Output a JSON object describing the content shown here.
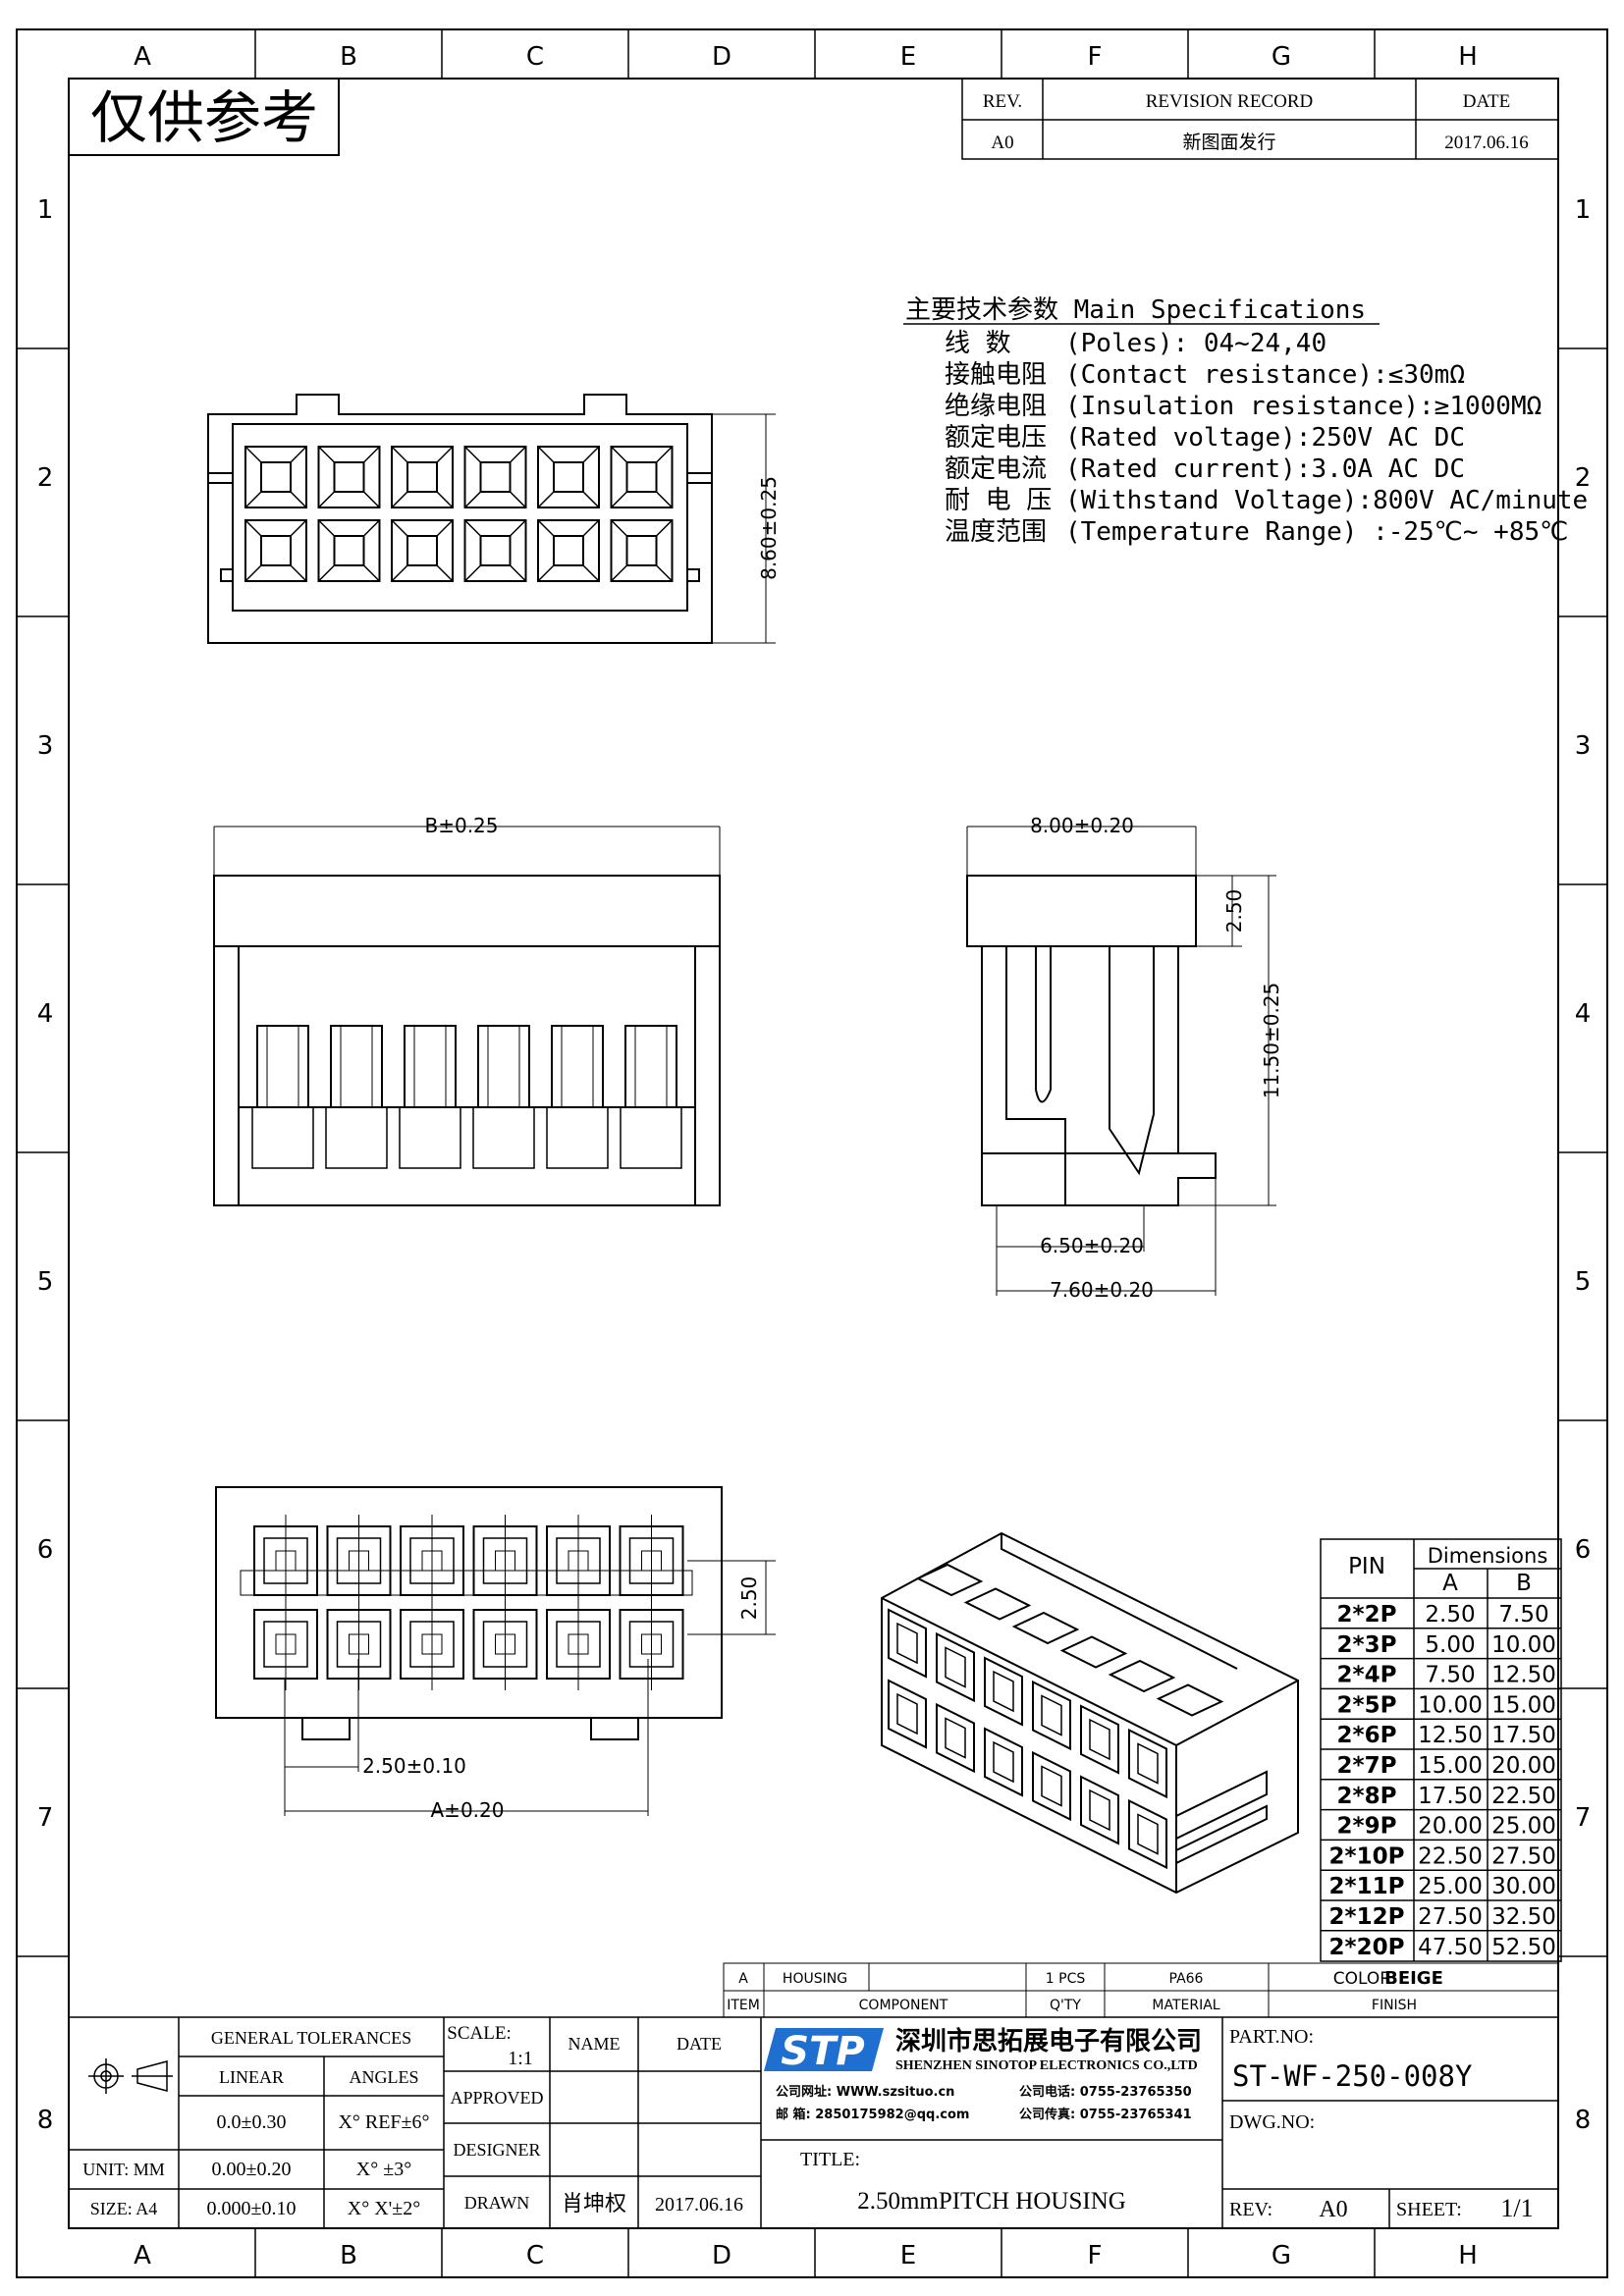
{
  "stamp": "仅供参考",
  "border": {
    "cols": [
      "A",
      "B",
      "C",
      "D",
      "E",
      "F",
      "G",
      "H"
    ],
    "rows": [
      "1",
      "2",
      "3",
      "4",
      "5",
      "6",
      "7",
      "8"
    ]
  },
  "revision": {
    "headers": [
      "REV.",
      "REVISION RECORD",
      "DATE"
    ],
    "row": [
      "A0",
      "新图面发行",
      "2017.06.16"
    ]
  },
  "specs": {
    "title": "主要技术参数 Main Specifications",
    "lines": [
      {
        "cn": "线    数",
        "en": "(Poles): 04~24,40"
      },
      {
        "cn": "接触电阻",
        "en": "(Contact resistance):≤30mΩ"
      },
      {
        "cn": "绝缘电阻",
        "en": "(Insulation resistance):≥1000MΩ"
      },
      {
        "cn": "额定电压",
        "en": "(Rated voltage):250V AC DC"
      },
      {
        "cn": "额定电流",
        "en": "(Rated current):3.0A AC DC"
      },
      {
        "cn": "耐 电 压",
        "en": "(Withstand Voltage):800V AC/minute"
      },
      {
        "cn": "温度范围",
        "en": "(Temperature Range) :-25℃~ +85℃"
      }
    ]
  },
  "dims": {
    "front_height": "8.60±0.25",
    "width_b": "B±0.25",
    "side_width": "8.00±0.20",
    "side_top": "2.50",
    "side_height": "11.50±0.25",
    "side_w1": "6.50±0.20",
    "side_w2": "7.60±0.20",
    "bottom_pitch_v": "2.50",
    "bottom_pitch_h": "2.50±0.10",
    "width_a": "A±0.20"
  },
  "dim_table": {
    "pin_header": "PIN",
    "group_header": "Dimensions",
    "col_a": "A",
    "col_b": "B",
    "rows": [
      [
        "2*2P",
        "2.50",
        "7.50"
      ],
      [
        "2*3P",
        "5.00",
        "10.00"
      ],
      [
        "2*4P",
        "7.50",
        "12.50"
      ],
      [
        "2*5P",
        "10.00",
        "15.00"
      ],
      [
        "2*6P",
        "12.50",
        "17.50"
      ],
      [
        "2*7P",
        "15.00",
        "20.00"
      ],
      [
        "2*8P",
        "17.50",
        "22.50"
      ],
      [
        "2*9P",
        "20.00",
        "25.00"
      ],
      [
        "2*10P",
        "22.50",
        "27.50"
      ],
      [
        "2*11P",
        "25.00",
        "30.00"
      ],
      [
        "2*12P",
        "27.50",
        "32.50"
      ],
      [
        "2*20P",
        "47.50",
        "52.50"
      ]
    ]
  },
  "bom": {
    "item": "A",
    "component": "HOUSING",
    "qty": "1  PCS",
    "material": "PA66",
    "finish_label": "COLOR:",
    "finish_value": "BEIGE",
    "hdr_item": "ITEM",
    "hdr_component": "COMPONENT",
    "hdr_qty": "Q'TY",
    "hdr_material": "MATERIAL",
    "hdr_finish": "FINISH"
  },
  "title_block": {
    "general_tol": "GENERAL TOLERANCES",
    "linear": "LINEAR",
    "angles": "ANGLES",
    "tol1_lin": "0.0±0.30",
    "tol1_ang": "X° REF±6°",
    "unit": "UNIT: MM",
    "tol2_lin": "0.00±0.20",
    "tol2_ang": "X° ±3°",
    "size": "SIZE: A4",
    "tol3_lin": "0.000±0.10",
    "tol3_ang": "X° X'±2°",
    "scale_label": "SCALE:",
    "scale_value": "1:1",
    "name": "NAME",
    "date": "DATE",
    "approved": "APPROVED",
    "designer": "DESIGNER",
    "drawn": "DRAWN",
    "drawn_name": "肖坤权",
    "drawn_date": "2017.06.16",
    "company_cn": "深圳市思拓展电子有限公司",
    "company_en": "SHENZHEN SINOTOP ELECTRONICS CO.,LTD",
    "logo": "STP",
    "contact1_l": "公司网址: WWW.szsituo.cn",
    "contact1_r": "公司电话: 0755-23765350",
    "contact2_l": "邮    箱: 2850175982@qq.com",
    "contact2_r": "公司传真: 0755-23765341",
    "title_label": "TITLE:",
    "title_value": "2.50mmPITCH HOUSING",
    "part_label": "PART.NO:",
    "part_value": "ST-WF-250-008Y",
    "dwg_label": "DWG.NO:",
    "rev_label": "REV:",
    "rev_value": "A0",
    "sheet_label": "SHEET:",
    "sheet_value": "1/1"
  },
  "colors": {
    "ink": "#000000",
    "logo": "#1f6fd1",
    "paper": "#ffffff"
  }
}
